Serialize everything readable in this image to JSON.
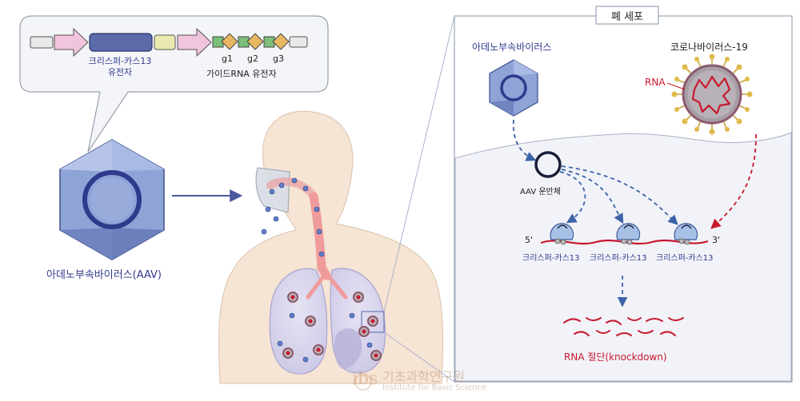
{
  "gene_construct": {
    "cas13_gene_label_line1": "크리스퍼-카스13",
    "cas13_gene_label_line2": "유전자",
    "guide_labels": [
      "g1",
      "g2",
      "g3"
    ],
    "guide_rna_gene_label": "가이드RNA 유전자"
  },
  "aav_label": "아데노부속바이러스(AAV)",
  "cell_panel": {
    "title": "폐 세포",
    "aav_label": "아데노부속바이러스",
    "covid_label": "코로나바이러스-19",
    "rna_label": "RNA",
    "vector_label": "AAV 운반체",
    "five_prime": "5'",
    "three_prime": "3'",
    "cas13_labels": [
      "크리스퍼-카스13",
      "크리스퍼-카스13",
      "크리스퍼-카스13"
    ],
    "knockdown_label": "RNA 절단(knockdown)"
  },
  "watermark": {
    "logo_text": "ibs",
    "org_korean": "기초과학연구원",
    "org_english": "Institute for Basic Science"
  },
  "colors": {
    "navy": "#2f3a8c",
    "red": "#c8182e",
    "aav_blue": "#8ea3d6",
    "lung": "#d9d7ef",
    "skin": "#f6e4d4"
  }
}
